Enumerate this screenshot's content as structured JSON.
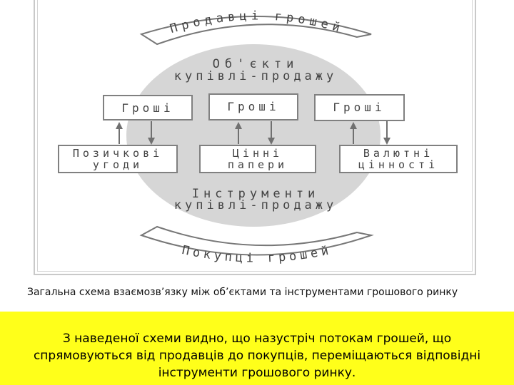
{
  "diagram": {
    "top_banner": "Продавці грошей",
    "objects_title_line1": "Об'єкти",
    "objects_title_line2": "купівлі-продажу",
    "money_boxes": [
      "Гроші",
      "Гроші",
      "Гроші"
    ],
    "instrument_boxes": [
      {
        "line1": "Позичкові",
        "line2": "угоди"
      },
      {
        "line1": "Цінні",
        "line2": "папери"
      },
      {
        "line1": "Валютні",
        "line2": "цінності"
      }
    ],
    "instruments_title_line1": "Інструменти",
    "instruments_title_line2": "купівлі-продажу",
    "bottom_banner": "Покупці грошей"
  },
  "caption": "Загальна схема взаємозв’язку між об’єктами та інструментами грошового ринку",
  "summary": "З наведеної схеми видно, що назустріч потокам грошей, що спрямовуються від продавців до покупців, переміщаються відповідні інструменти грошового ринку.",
  "colors": {
    "summary_background": "#ffff1a",
    "ellipse_fill": "#d6d6d6",
    "box_border": "#808080"
  }
}
